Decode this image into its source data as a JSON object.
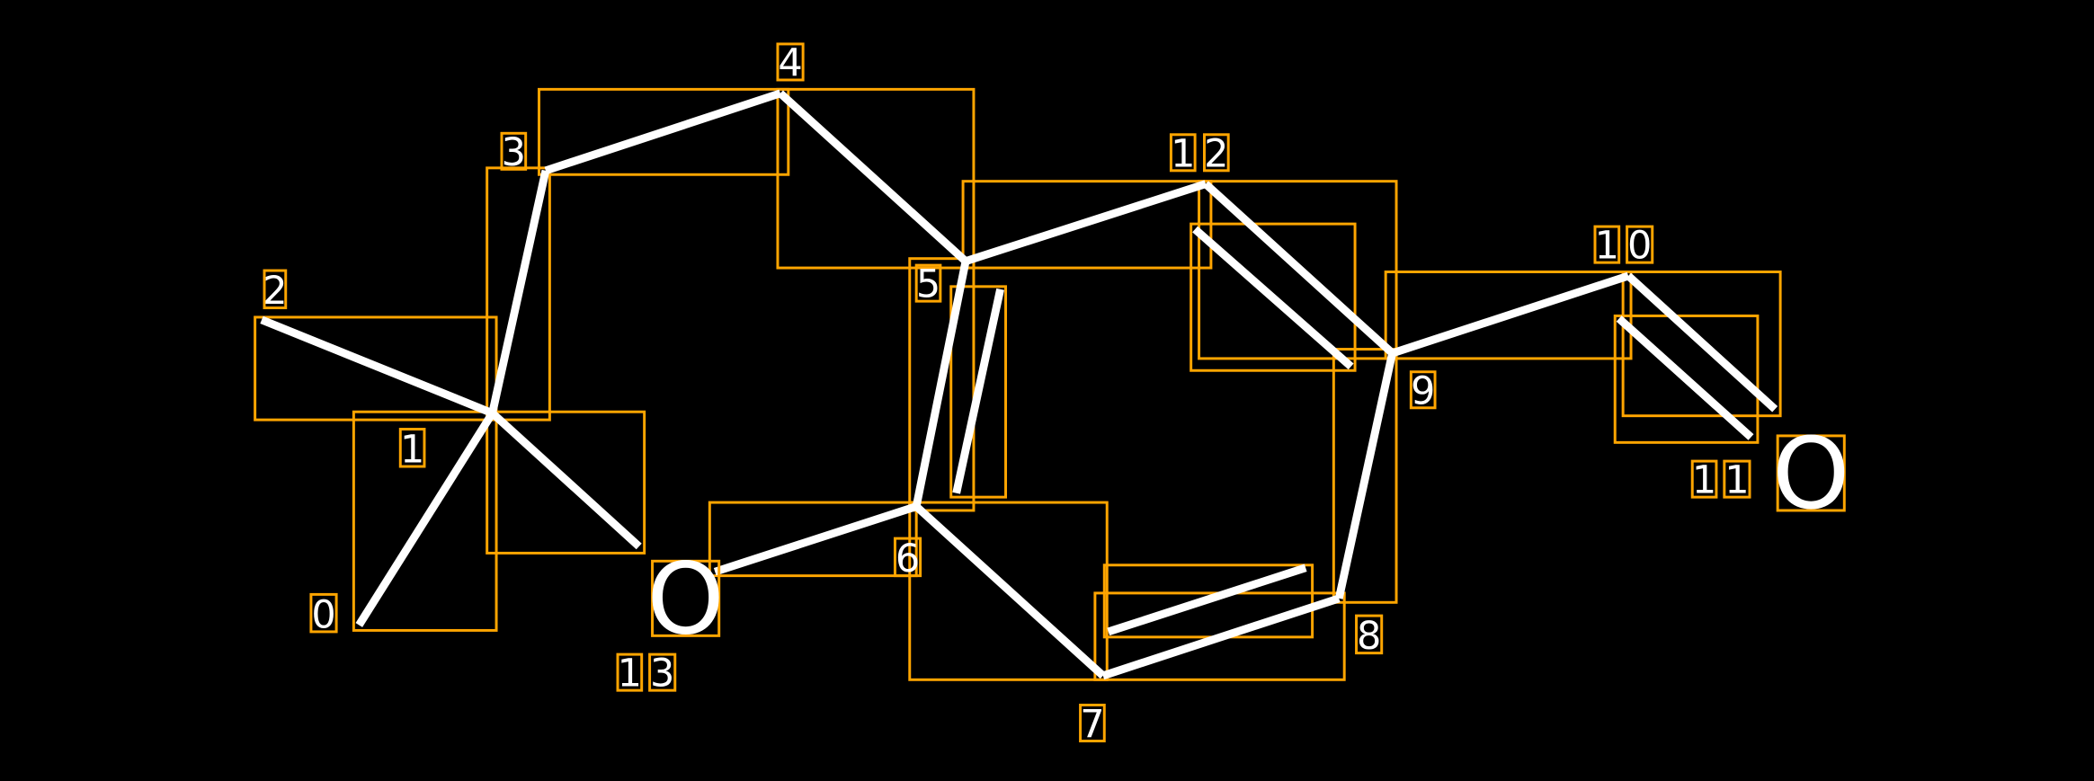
{
  "diagram": {
    "background": "#000000",
    "edge_color": "#FFFFFF",
    "box_color": "#FFA500",
    "node_labels": [
      "0",
      "1",
      "2",
      "3",
      "4",
      "5",
      "6",
      "7",
      "8",
      "9",
      "10",
      "11",
      "12",
      "13"
    ],
    "letters": [
      "O",
      "O"
    ]
  }
}
